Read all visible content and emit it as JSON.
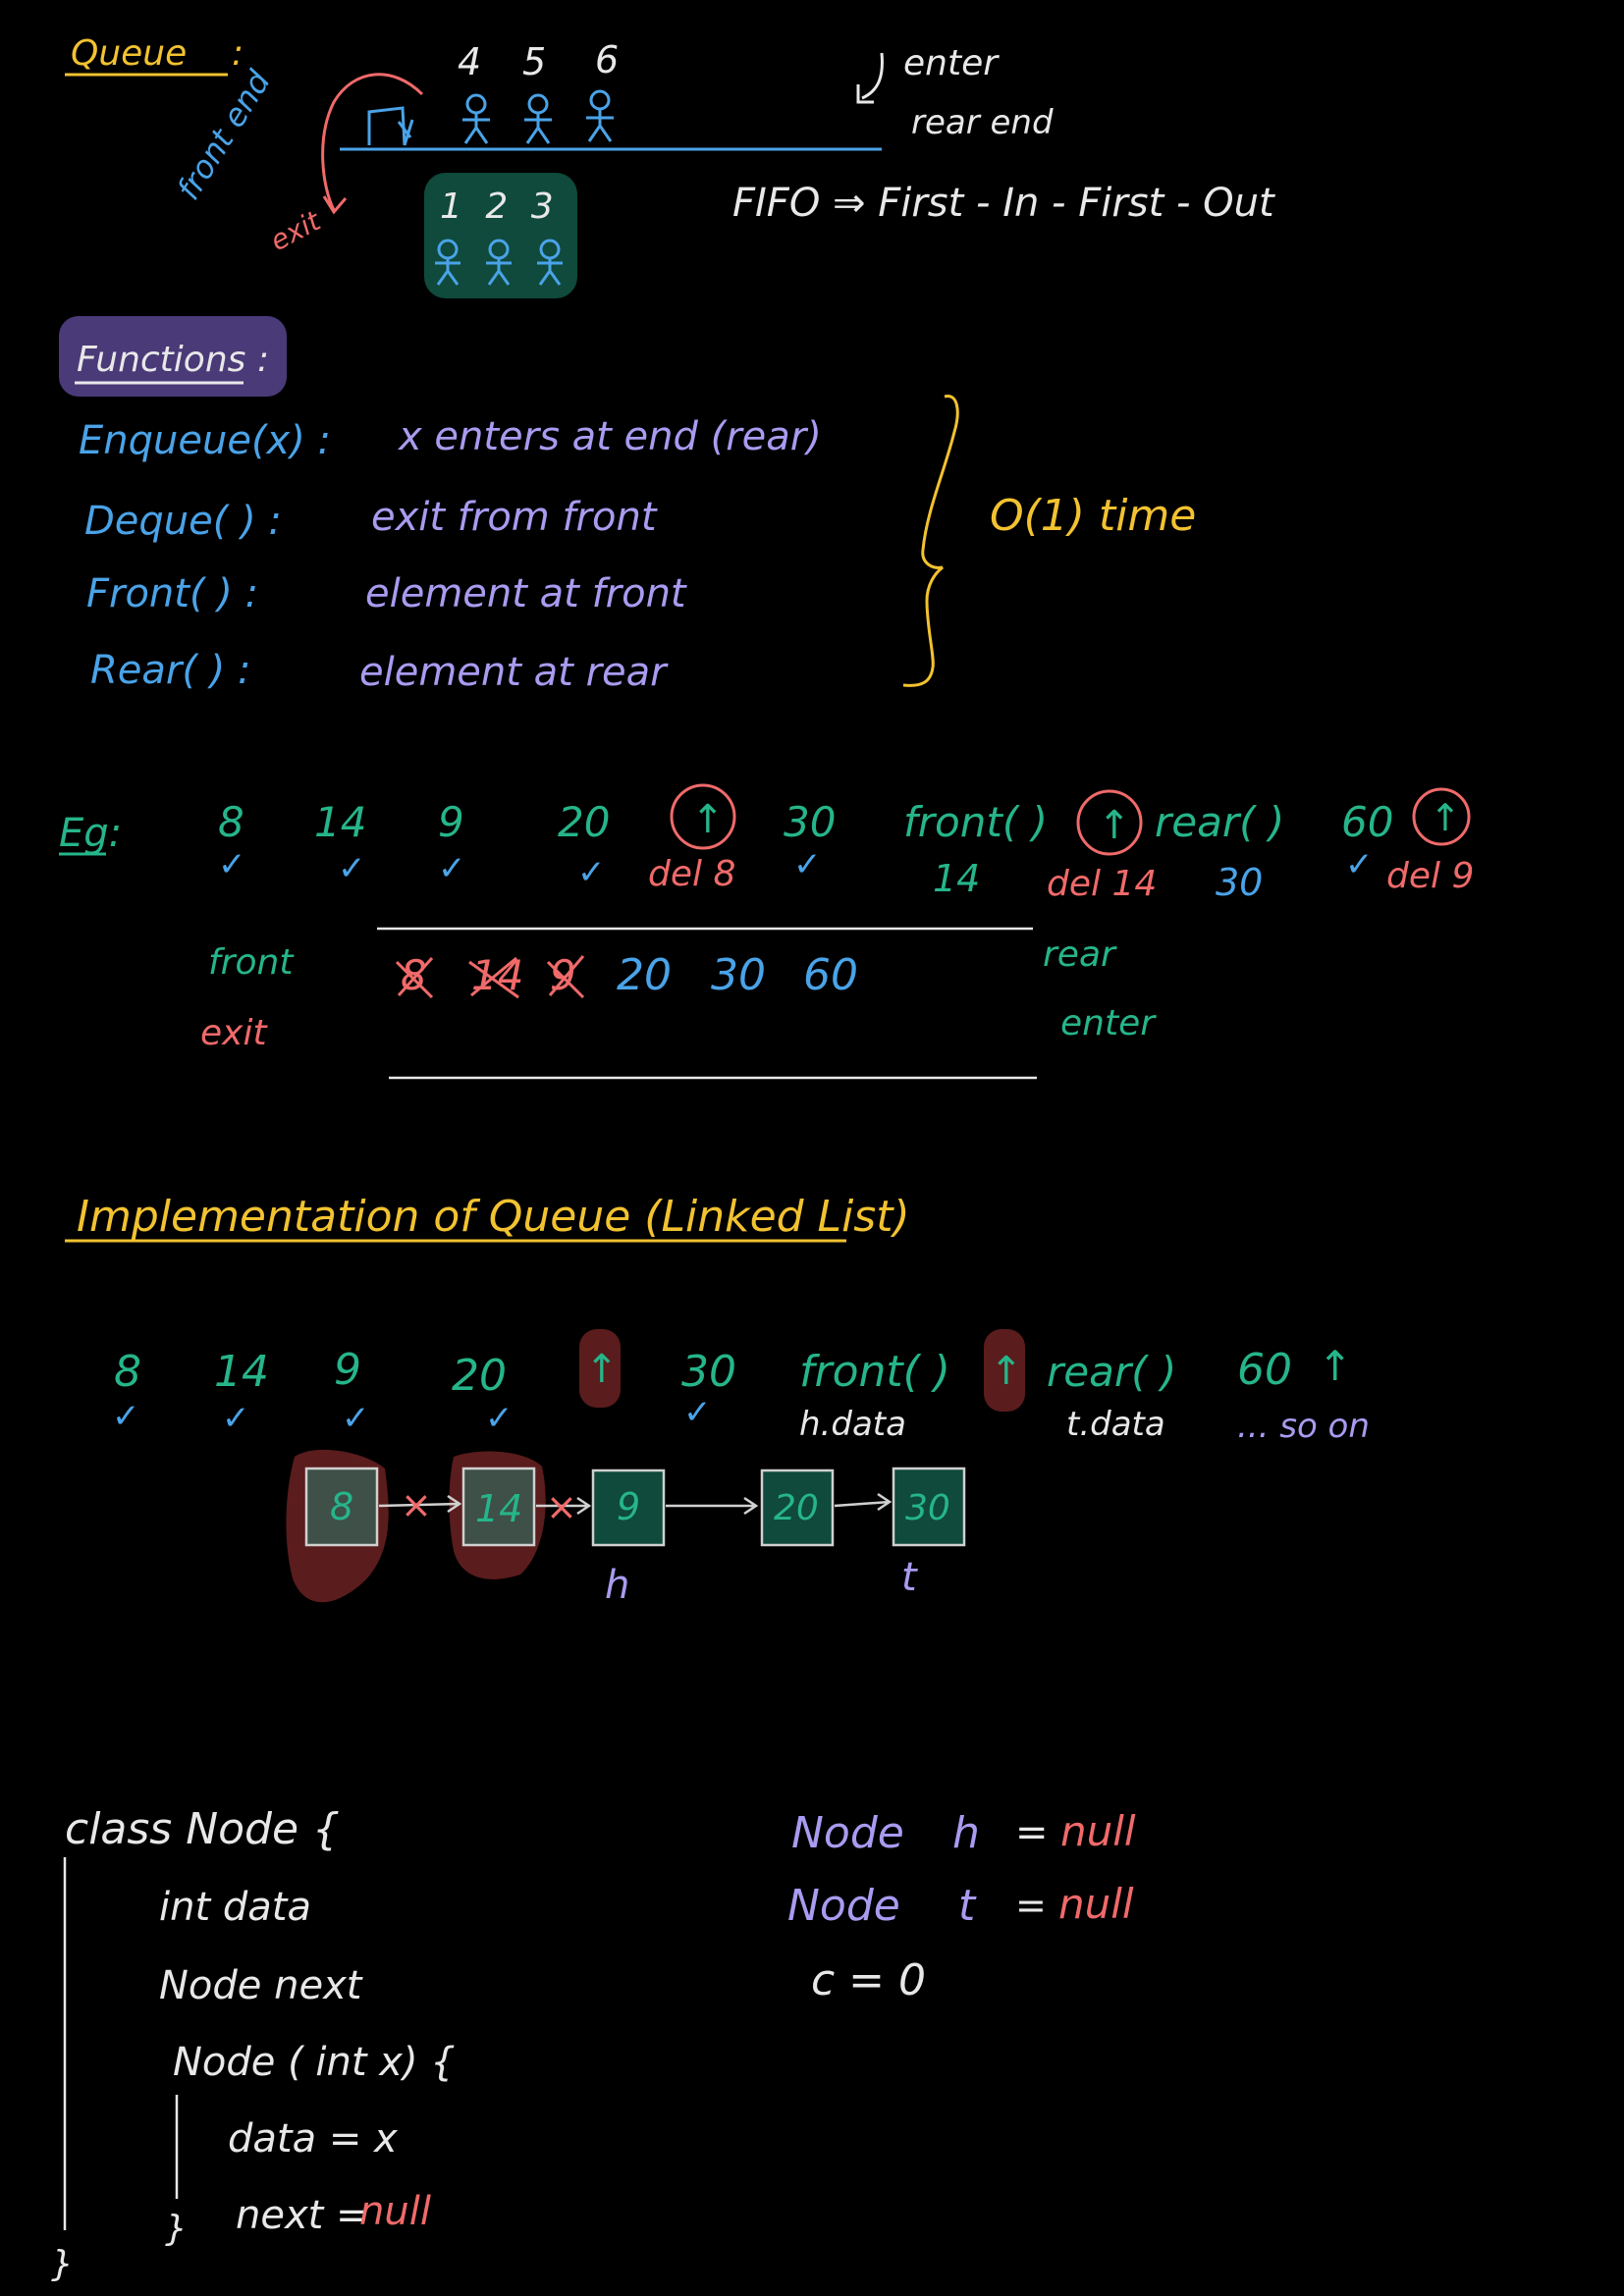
{
  "colors": {
    "background": "#000000",
    "yellow": "#f2c230",
    "blue": "#4aa3e8",
    "purple": "#a99bf0",
    "green": "#26b58a",
    "red": "#f06a6a",
    "white": "#e8e8e8",
    "teal_fill": "#0f4a3c",
    "violet_fill": "#4a3a78",
    "maroon_fill": "#5a1c1c"
  },
  "queue_section": {
    "title": "Queue",
    "title_colon": ":",
    "waiting_numbers": [
      "4",
      "5",
      "6"
    ],
    "exited_numbers": [
      "1 2 3"
    ],
    "front_end": "front end",
    "exit": "exit",
    "enter": "enter",
    "rear_end": "rear end",
    "fifo": "FIFO ⇒ First - In - First - Out"
  },
  "functions": {
    "heading": "Functions",
    "colon": ":",
    "items": [
      {
        "name": "Enqueue(x) :",
        "desc": "x  enters  at end  (rear)"
      },
      {
        "name": "Deque( )  :",
        "desc": "exit  from  front"
      },
      {
        "name": "Front( ) :",
        "desc": "element  at  front"
      },
      {
        "name": "Rear( ) :",
        "desc": "element  at  rear"
      }
    ],
    "complexity": "O(1)  time"
  },
  "example": {
    "label": "Eg:",
    "ops": [
      "8",
      "14",
      "9",
      "20",
      "↑",
      "30",
      "front( )",
      "↑",
      "rear( )",
      "60",
      "↑"
    ],
    "results": [
      "del 8",
      "14",
      "del 14",
      "30",
      "del 9"
    ],
    "check": "✓",
    "front_label": "front",
    "exit_label": "exit",
    "rear_label": "rear",
    "enter_label": "enter",
    "crossed": [
      "8",
      "14",
      "9"
    ],
    "remaining": [
      "20",
      "30",
      "60"
    ]
  },
  "implementation": {
    "title": "Implementation  of  Queue  (Linked List)",
    "ops": [
      "8",
      "14",
      "9",
      "20",
      "↑",
      "30",
      "front( )",
      "↑",
      "rear( )",
      "60",
      "↑"
    ],
    "results": [
      "h.data",
      "t.data",
      "... so on"
    ],
    "nodes": [
      "8",
      "14",
      "9",
      "20",
      "30"
    ],
    "head_label": "h",
    "tail_label": "t",
    "cut": "×"
  },
  "code": {
    "lines": [
      "class  Node {",
      "int  data",
      "Node  next",
      "Node ( int  x) {",
      "data = x",
      "next =",
      "}",
      "}"
    ],
    "null_word": "null",
    "vars": [
      {
        "type": "Node",
        "name": "h",
        "eq": "=",
        "val": "null"
      },
      {
        "type": "Node",
        "name": "t",
        "eq": "=",
        "val": "null"
      }
    ],
    "counter": "c = 0"
  }
}
